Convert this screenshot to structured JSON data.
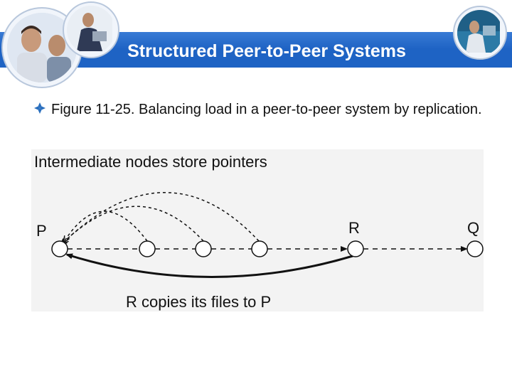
{
  "slide": {
    "title": "Structured Peer-to-Peer Systems",
    "bullet_text": "Figure 11-25. Balancing load in a peer-to-peer system by replication.",
    "title_bar_color": "#1e63c4"
  },
  "diagram": {
    "heading": "Intermediate nodes store pointers",
    "node_label_p": "P",
    "node_label_r": "R",
    "node_label_q": "Q",
    "caption": "R copies its files to P"
  }
}
